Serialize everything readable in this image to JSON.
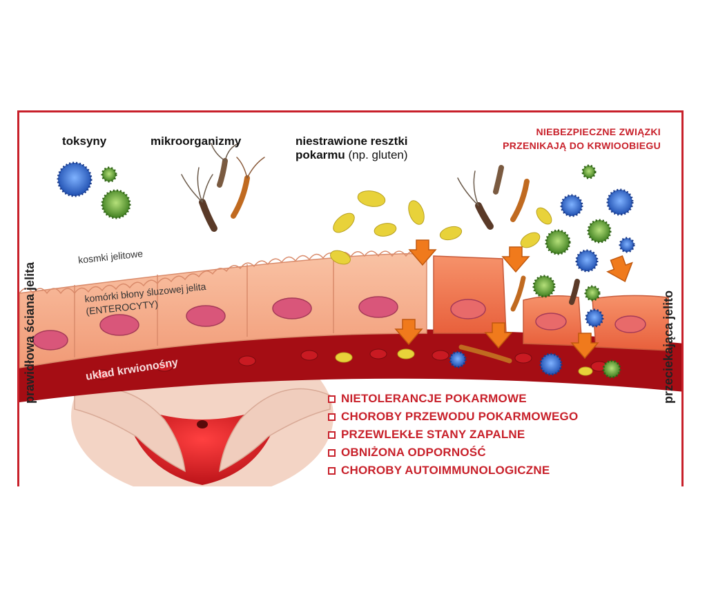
{
  "labels": {
    "toxins": "toksyny",
    "microorganisms": "mikroorganizmy",
    "undigested_bold": "niestrawione resztki",
    "undigested_line2_bold": "pokarmu",
    "undigested_line2_rest": " (np. gluten)",
    "danger_line1": "NIEBEZPIECZNE ZWIĄZKI",
    "danger_line2": "PRZENIKAJĄ DO KRWIOOBIEGU",
    "villi": "kosmki jelitowe",
    "cells_line1": "komórki błony śluzowej jelita",
    "cells_line2": "(ENTEROCYTY)",
    "blood": "układ krwionośny",
    "left_vertical": "prawidłowa ściana jelita",
    "right_vertical": "przeciekająca jelito"
  },
  "conditions": [
    "NIETOLERANCJE POKARMOWE",
    "CHOROBY PRZEWODU POKARMOWEGO",
    "PRZEWLEKŁE STANY ZAPALNE",
    "OBNIŻONA ODPORNOŚĆ",
    "CHOROBY AUTOIMMUNOLOGICZNE"
  ],
  "colors": {
    "frame": "#c8202a",
    "cell": "#f4a07e",
    "cell_damaged": "#ee7a55",
    "nucleus": "#d9567a",
    "blood": "#a50d14",
    "arrow": "#f07a1c",
    "food_particle": "#e8d23a",
    "virus_blue": "#2a5fc4",
    "virus_green": "#6aa83a"
  }
}
